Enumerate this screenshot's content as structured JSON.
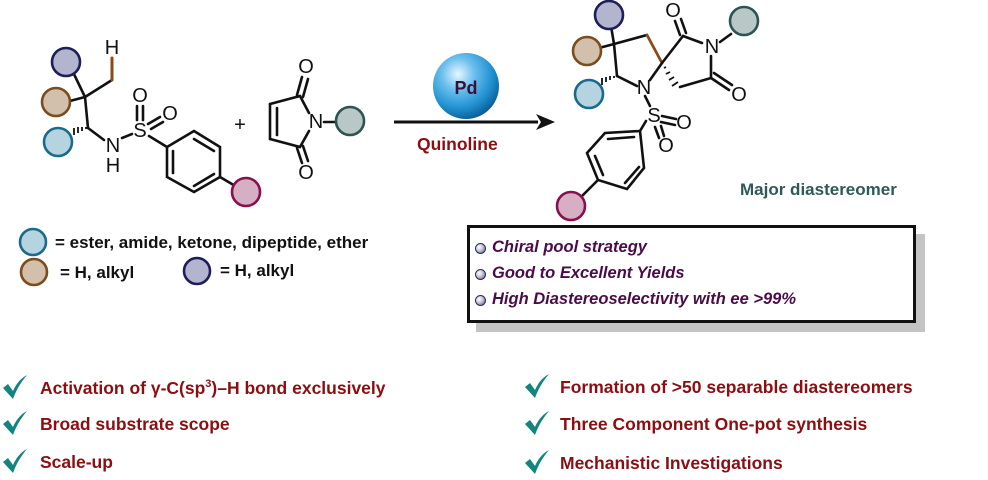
{
  "figure": {
    "type": "reaction-scheme",
    "colors": {
      "r_ester": {
        "fill": "#b6d4e0",
        "stroke": "#1a6a8c"
      },
      "r_alkyl1": {
        "fill": "#d2c0ac",
        "stroke": "#7a4c1e"
      },
      "r_alkyl2": {
        "fill": "#b3b5cf",
        "stroke": "#1d1e5a"
      },
      "r_aryl": {
        "fill": "#d7afc5",
        "stroke": "#8a0f4e"
      },
      "r_imide": {
        "fill": "#b9c8c7",
        "stroke": "#2b5452"
      },
      "reactive_bond": "#8b4a1a",
      "red_text": "#8b0e12",
      "purple_text": "#4b0b48",
      "teal_text": "#2d5a58",
      "check": "#138581",
      "pd_sphere": "#1f8fd0"
    }
  },
  "reactant1": {
    "atoms": {
      "H": "H",
      "N": "N",
      "NH_H": "H",
      "S": "S",
      "O1": "O",
      "O2": "O"
    }
  },
  "plus_sign": "+",
  "reactant2": {
    "atoms": {
      "O_top": "O",
      "O_bottom": "O",
      "N": "N"
    }
  },
  "arrow": {
    "catalyst": "Pd",
    "reagent": "Quinoline"
  },
  "product": {
    "atoms": {
      "O_top": "O",
      "O_bottom": "O",
      "N_imide": "N",
      "N_ring": "N",
      "S": "S",
      "O1": "O",
      "O2": "O"
    },
    "label": "Major diastereomer"
  },
  "legend": [
    {
      "key": "r_ester",
      "text": "= ester, amide, ketone, dipeptide, ether"
    },
    {
      "key": "r_alkyl1",
      "text": "= H, alkyl"
    },
    {
      "key": "r_alkyl2",
      "text": "= H, alkyl"
    }
  ],
  "feature_box": {
    "items": [
      "Chiral pool strategy",
      "Good to Excellent Yields",
      "High Diastereoselectivity with ee >99%"
    ]
  },
  "advantages": {
    "left": [
      {
        "pre": "Activation of γ-C(sp",
        "sup": "3",
        "post": ")–H bond exclusively"
      },
      {
        "pre": "Broad substrate scope",
        "sup": "",
        "post": ""
      },
      {
        "pre": "Scale-up",
        "sup": "",
        "post": ""
      }
    ],
    "right": [
      {
        "pre": "Formation of >50 separable diastereomers",
        "sup": "",
        "post": ""
      },
      {
        "pre": "Three Component One-pot synthesis",
        "sup": "",
        "post": ""
      },
      {
        "pre": "Mechanistic Investigations",
        "sup": "",
        "post": ""
      }
    ]
  }
}
